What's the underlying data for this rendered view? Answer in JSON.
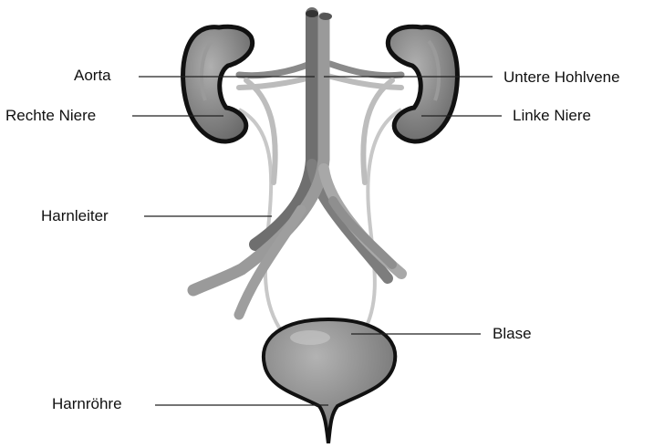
{
  "labels": {
    "aorta": "Aorta",
    "rechte_niere": "Rechte Niere",
    "harnleiter": "Harnleiter",
    "harnroehre": "Harnröhre",
    "untere_hohlvene": "Untere Hohlvene",
    "linke_niere": "Linke Niere",
    "blase": "Blase"
  },
  "colors": {
    "outline": "#111111",
    "kidney_fill": "#8a8a8a",
    "vessel_dark": "#7a7a7a",
    "vessel_light": "#bdbdbd",
    "bladder_fill": "#8e8e8e",
    "leader_line": "#222222"
  }
}
